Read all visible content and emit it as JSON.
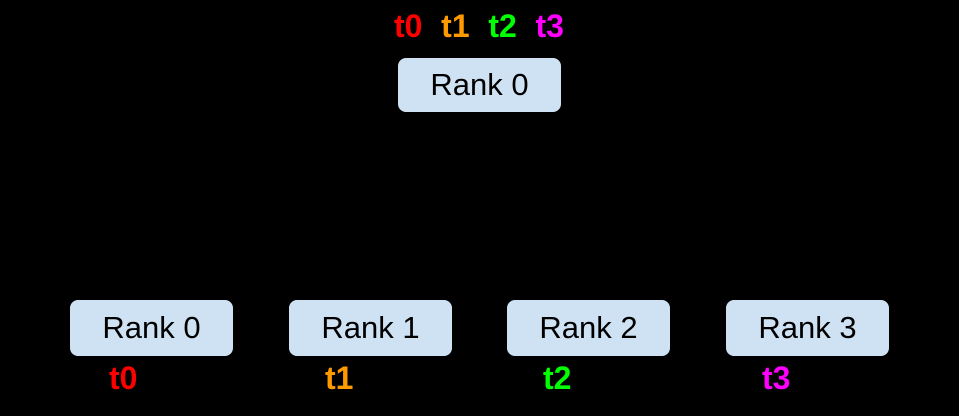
{
  "colors": {
    "background": "#000000",
    "node_fill": "#cfe2f3",
    "node_border": "#000000",
    "node_text": "#000000"
  },
  "root": {
    "label": "Rank 0",
    "threads": [
      {
        "label": "t0",
        "color": "#ff0000"
      },
      {
        "label": "t1",
        "color": "#ff9900"
      },
      {
        "label": "t2",
        "color": "#00ff00"
      },
      {
        "label": "t3",
        "color": "#ff00ff"
      }
    ]
  },
  "ranks": [
    {
      "label": "Rank 0",
      "thread_label": "t0",
      "thread_color": "#ff0000"
    },
    {
      "label": "Rank 1",
      "thread_label": "t1",
      "thread_color": "#ff9900"
    },
    {
      "label": "Rank 2",
      "thread_label": "t2",
      "thread_color": "#00ff00"
    },
    {
      "label": "Rank 3",
      "thread_label": "t3",
      "thread_color": "#ff00ff"
    }
  ]
}
